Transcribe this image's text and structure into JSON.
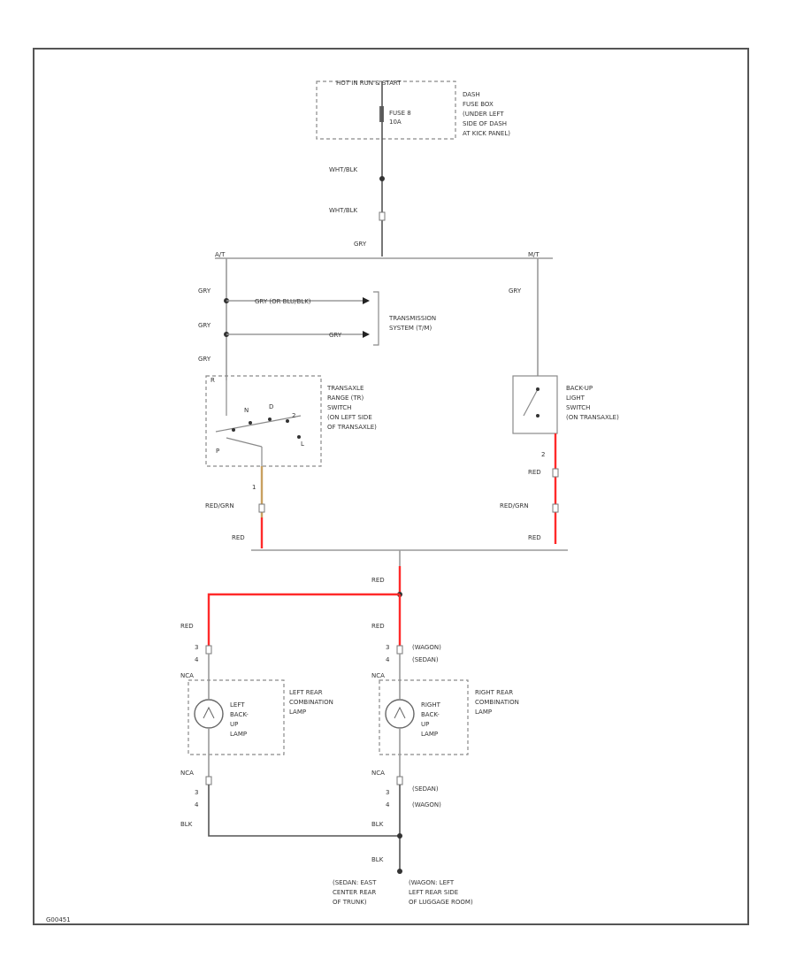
{
  "labels": {
    "hot_in": "HOT IN RUN & START",
    "fuse": "FUSE 8",
    "fuse_amp": "10A",
    "dash_fuse_1": "DASH",
    "dash_fuse_2": "FUSE BOX",
    "dash_fuse_3": "(UNDER LEFT",
    "dash_fuse_4": "SIDE OF DASH",
    "dash_fuse_5": "AT KICK PANEL)",
    "wht_blk_1": "WHT/BLK",
    "wht_blk_2": "WHT/BLK",
    "gry_top": "GRY",
    "at": "A/T",
    "mt": "M/T",
    "gry_1": "GRY",
    "gry_2": "GRY",
    "gry_3": "GRY",
    "gry_right": "GRY",
    "gry_or_blu": "GRY (OR BLU/BLK)",
    "gry_arrow": "GRY",
    "trans_1": "TRANSMISSION",
    "trans_2": "SYSTEM (T/M)",
    "tr_sw_1": "TRANSAXLE",
    "tr_sw_2": "RANGE (TR)",
    "tr_sw_3": "SWITCH",
    "tr_sw_4": "(ON LEFT SIDE",
    "tr_sw_5": "OF TRANSAXLE)",
    "tr_r": "R",
    "tr_n": "N",
    "tr_d": "D",
    "tr_2": "2",
    "tr_p": "P",
    "tr_l": "L",
    "bu_1": "BACK-UP",
    "bu_2": "LIGHT",
    "bu_3": "SWITCH",
    "bu_4": "(ON TRANSAXLE)",
    "pin_1": "1",
    "pin_2": "2",
    "red_grn_l": "RED/GRN",
    "red_grn_r": "RED/GRN",
    "red_l": "RED",
    "red_r1": "RED",
    "red_r2": "RED",
    "red_center": "RED",
    "red_lamp_l": "RED",
    "red_lamp_r": "RED",
    "pin_3_l": "3",
    "pin_4_l": "4",
    "pin_3_r": "3",
    "pin_4_r": "4",
    "wagon_top": "(WAGON)",
    "sedan_top": "(SEDAN)",
    "nca_l_top": "NCA",
    "nca_r_top": "NCA",
    "left_lamp_1": "LEFT",
    "left_lamp_2": "BACK-",
    "left_lamp_3": "UP",
    "left_lamp_4": "LAMP",
    "left_combo_1": "LEFT REAR",
    "left_combo_2": "COMBINATION",
    "left_combo_3": "LAMP",
    "right_lamp_1": "RIGHT",
    "right_lamp_2": "BACK-",
    "right_lamp_3": "UP",
    "right_lamp_4": "LAMP",
    "right_combo_1": "RIGHT REAR",
    "right_combo_2": "COMBINATION",
    "right_combo_3": "LAMP",
    "nca_l_bot": "NCA",
    "nca_r_bot": "NCA",
    "pin_3_lb": "3",
    "pin_4_lb": "4",
    "pin_3_rb": "3",
    "pin_4_rb": "4",
    "sedan_bot": "(SEDAN)",
    "wagon_bot": "(WAGON)",
    "blk_l": "BLK",
    "blk_r": "BLK",
    "blk_bot": "BLK",
    "gnd_l_1": "(SEDAN: EAST",
    "gnd_l_2": "CENTER REAR",
    "gnd_l_3": "OF TRUNK)",
    "gnd_r_1": "(WAGON: LEFT",
    "gnd_r_2": "LEFT REAR SIDE",
    "gnd_r_3": "OF LUGGAGE ROOM)",
    "fig_id": "G00451"
  }
}
